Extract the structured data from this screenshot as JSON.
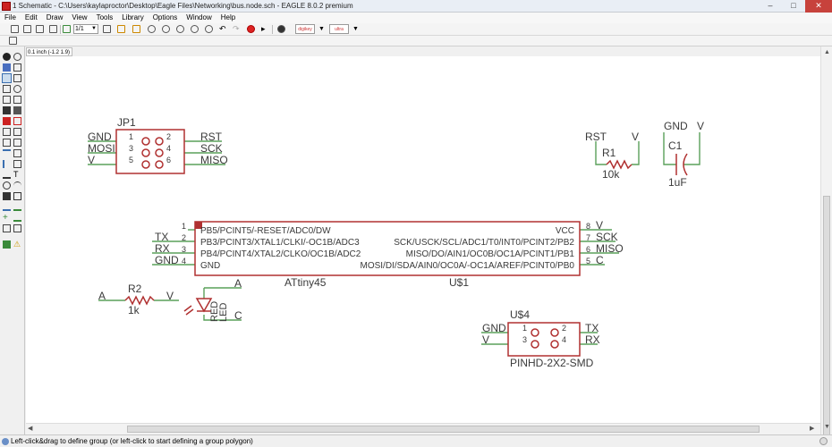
{
  "window": {
    "title": "1 Schematic - C:\\Users\\kaylaproctor\\Desktop\\Eagle Files\\Networking\\bus.node.sch - EAGLE 8.0.2 premium",
    "minimize": "–",
    "maximize": "□",
    "close": "✕"
  },
  "menu": [
    "File",
    "Edit",
    "Draw",
    "View",
    "Tools",
    "Library",
    "Options",
    "Window",
    "Help"
  ],
  "toolbar": {
    "sheet_select": "1/1",
    "brand1": "digikey",
    "brand2": "ultra librarian"
  },
  "coordinate_readout": "0.1 inch (-1.2 1.9)",
  "status_text": "Left-click&drag to define group (or left-click to start defining a group polygon)",
  "colors": {
    "wire": "#5aa05a",
    "part": "#b03030",
    "text": "#3a3a3a"
  },
  "schematic": {
    "jp1": {
      "name": "JP1",
      "pins": [
        {
          "net": "GND",
          "num": "1"
        },
        {
          "net": "MOSI",
          "num": "3"
        },
        {
          "net": "V",
          "num": "5"
        },
        {
          "net": "RST",
          "num": "2"
        },
        {
          "net": "SCK",
          "num": "4"
        },
        {
          "net": "MISO",
          "num": "6"
        }
      ]
    },
    "r1": {
      "name": "R1",
      "value": "10k",
      "net_left": "RST",
      "net_right": "V"
    },
    "c1": {
      "name": "C1",
      "value": "1uF",
      "net_left": "GND",
      "net_right": "V"
    },
    "u1": {
      "name": "U$1",
      "value": "ATtiny45",
      "left_pins": [
        {
          "num": "1",
          "signal": "PB5/PCINT5/-RESET/ADC0/DW",
          "net": ""
        },
        {
          "num": "2",
          "signal": "PB3/PCINT3/XTAL1/CLKI/-OC1B/ADC3",
          "net": "TX"
        },
        {
          "num": "3",
          "signal": "PB4/PCINT4/XTAL2/CLKO/OC1B/ADC2",
          "net": "RX"
        },
        {
          "num": "4",
          "signal": "GND",
          "net": "GND"
        }
      ],
      "right_pins": [
        {
          "num": "8",
          "signal": "VCC",
          "net": "V"
        },
        {
          "num": "7",
          "signal": "SCK/USCK/SCL/ADC1/T0/INT0/PCINT2/PB2",
          "net": "SCK"
        },
        {
          "num": "6",
          "signal": "MISO/DO/AIN1/OC0B/OC1A/PCINT1/PB1",
          "net": "MISO"
        },
        {
          "num": "5",
          "signal": "MOSI/DI/SDA/AIN0/OC0A/-OC1A/AREF/PCINT0/PB0",
          "net": "C"
        }
      ]
    },
    "r2": {
      "name": "R2",
      "value": "1k",
      "net_left": "A",
      "net_right": "V"
    },
    "led": {
      "name": "LED",
      "value": "RED",
      "net_top": "A",
      "net_bottom": "C"
    },
    "u4": {
      "name": "U$4",
      "value": "PINHD-2X2-SMD",
      "pins": [
        {
          "net": "GND",
          "num": "1"
        },
        {
          "net": "V",
          "num": "3"
        },
        {
          "net": "TX",
          "num": "2"
        },
        {
          "net": "RX",
          "num": "4"
        }
      ]
    }
  }
}
